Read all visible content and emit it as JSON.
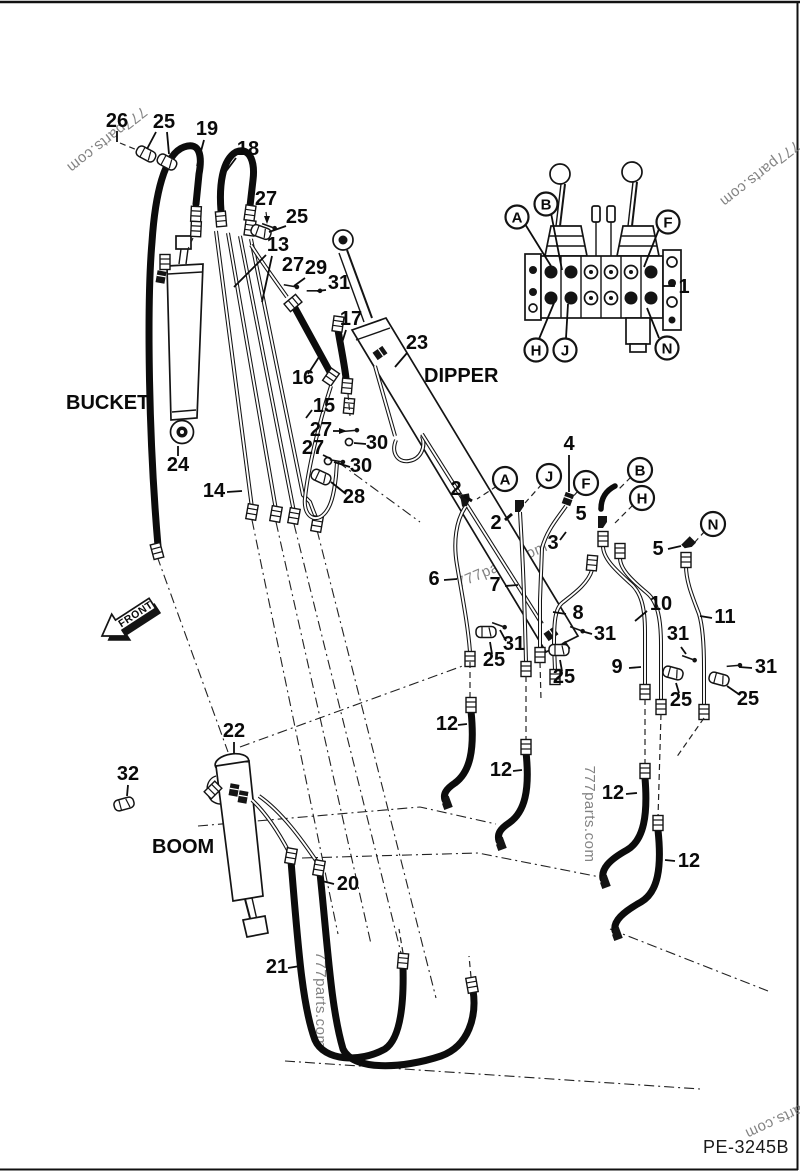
{
  "watermark": "777parts.com",
  "doc": {
    "part_code": "PE-3245B"
  },
  "component_labels": {
    "bucket": "BUCKET",
    "dipper": "DIPPER",
    "boom": "BOOM",
    "front": "FRONT"
  },
  "ports": {
    "A": "A",
    "B": "B",
    "F": "F",
    "H": "H",
    "J": "J",
    "N": "N"
  },
  "callouts": {
    "c1": "1",
    "c2a": "2",
    "c2b": "2",
    "c3": "3",
    "c4": "4",
    "c5a": "5",
    "c5b": "5",
    "c6": "6",
    "c7": "7",
    "c8": "8",
    "c9": "9",
    "c10": "10",
    "c11": "11",
    "c12a": "12",
    "c12b": "12",
    "c12c": "12",
    "c12d": "12",
    "c13": "13",
    "c14": "14",
    "c15": "15",
    "c16": "16",
    "c17": "17",
    "c18": "18",
    "c19": "19",
    "c20": "20",
    "c21": "21",
    "c22": "22",
    "c23": "23",
    "c24": "24",
    "c25a": "25",
    "c25b": "25",
    "c25c": "25",
    "c25d": "25",
    "c25e": "25",
    "c25f": "25",
    "c26": "26",
    "c27a": "27",
    "c27b": "27",
    "c27c": "27",
    "c27d": "27",
    "c28": "28",
    "c29": "29",
    "c30a": "30",
    "c30b": "30",
    "c31a": "31",
    "c31b": "31",
    "c31c": "31",
    "c31d": "31",
    "c31e": "31",
    "c32": "32"
  }
}
